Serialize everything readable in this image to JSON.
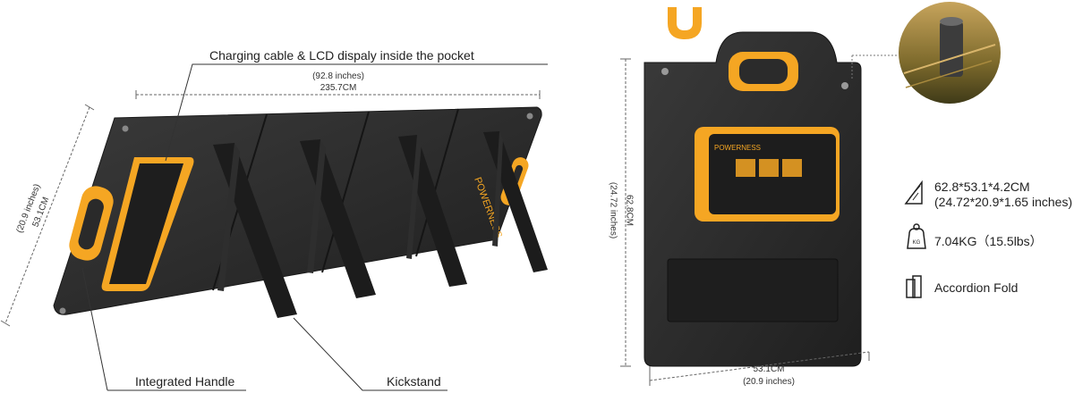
{
  "callouts": {
    "pocket": "Charging cable & LCD dispaly inside the pocket",
    "handle": "Integrated Handle",
    "kickstand": "Kickstand"
  },
  "left_dims": {
    "width_in": "(92.8 inches)",
    "width_cm": "235.7CM",
    "height_in": "(20.9 inches)",
    "height_cm": "53.1CM"
  },
  "right_dims": {
    "height_in": "(24.72 inches)",
    "height_cm": "62.8CM",
    "width_cm": "53.1CM",
    "width_in": "(20.9 inches)"
  },
  "brand": "POWERNESS",
  "specs": [
    {
      "icon": "dimension-icon",
      "lines": [
        "62.8*53.1*4.2CM",
        "(24.72*20.9*1.65 inches)"
      ]
    },
    {
      "icon": "weight-icon",
      "icon_label": "KG",
      "lines": [
        "7.04KG（15.5lbs）"
      ]
    },
    {
      "icon": "accordion-fold-icon",
      "lines": [
        "Accordion Fold"
      ]
    }
  ],
  "colors": {
    "panel": "#2b2b2b",
    "accent": "#f5a623",
    "line": "#333333"
  }
}
